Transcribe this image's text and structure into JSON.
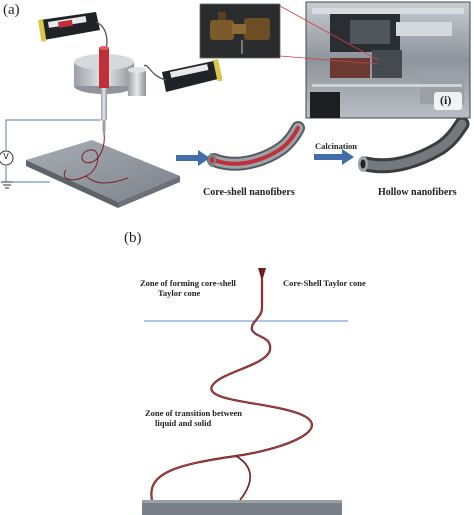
{
  "panel_a": {
    "label": "(a)",
    "step_label": "Calcination",
    "core_shell_caption": "Core-shell nanofibers",
    "hollow_caption": "Hollow nanofibers",
    "photo_badge": "(i)",
    "voltage_symbol": "V"
  },
  "panel_b": {
    "label": "(b)",
    "zone_forming_line1": "Zone of forming core-shell",
    "zone_forming_line2": "Taylor cone",
    "taylor_cone_label": "Core-Shell Taylor cone",
    "zone_transition_line1": "Zone of transition between",
    "zone_transition_line2": "liquid and solid"
  },
  "colors": {
    "fiber_core": "#c0303a",
    "shell_gray": "#8a8e93",
    "arrow_blue": "#3f6ea8",
    "jet_brown": "#6b1f1f",
    "collector": "#7a808a",
    "hollow_fiber": "#5a5d62"
  }
}
